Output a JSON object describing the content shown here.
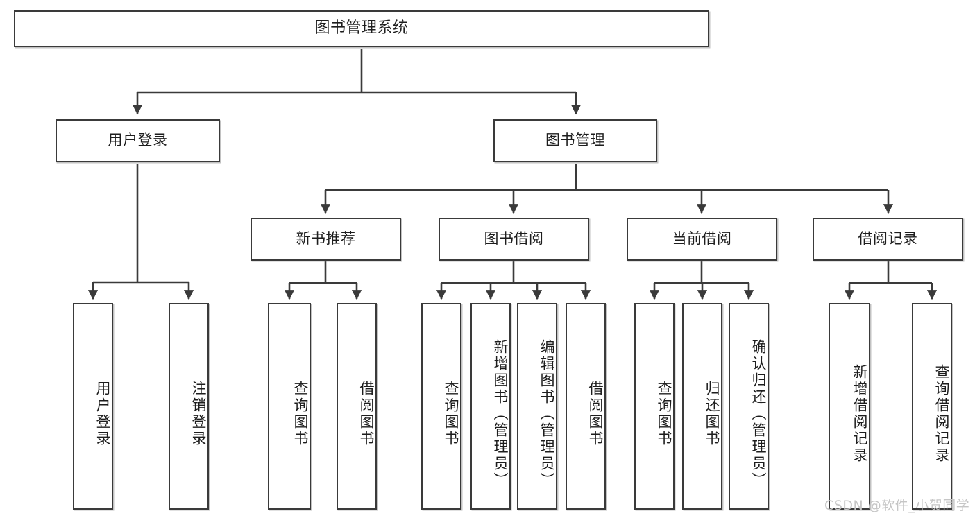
{
  "diagram": {
    "title": "图书管理系统",
    "type": "tree-hierarchy-chart",
    "line_color": "#3a3a3a",
    "box_border_color": "#3a3a3a",
    "box_fill_color": "#ffffff",
    "background_color": "#ffffff"
  },
  "nodes": {
    "root": {
      "label": "图书管理系统"
    },
    "level1": [
      {
        "label": "用户登录"
      },
      {
        "label": "图书管理"
      }
    ],
    "level2": [
      {
        "label": "新书推荐"
      },
      {
        "label": "图书借阅"
      },
      {
        "label": "当前借阅"
      },
      {
        "label": "借阅记录"
      }
    ],
    "leaves": {
      "user_login": [
        {
          "label": "用户登录"
        },
        {
          "label": "注销登录"
        }
      ],
      "new_book_recommend": [
        {
          "label": "查询图书"
        },
        {
          "label": "借阅图书"
        }
      ],
      "book_borrow": [
        {
          "label": "查询图书"
        },
        {
          "label": "新增图书（管理员）"
        },
        {
          "label": "编辑图书（管理员）"
        },
        {
          "label": "借阅图书"
        }
      ],
      "current_borrow": [
        {
          "label": "查询图书"
        },
        {
          "label": "归还图书"
        },
        {
          "label": "确认归还（管理员）"
        }
      ],
      "borrow_record": [
        {
          "label": "新增借阅记录"
        },
        {
          "label": "查询借阅记录"
        }
      ]
    }
  },
  "watermark": {
    "text": "CSDN @软件_小贺同学",
    "color": "#c6c6c6"
  }
}
